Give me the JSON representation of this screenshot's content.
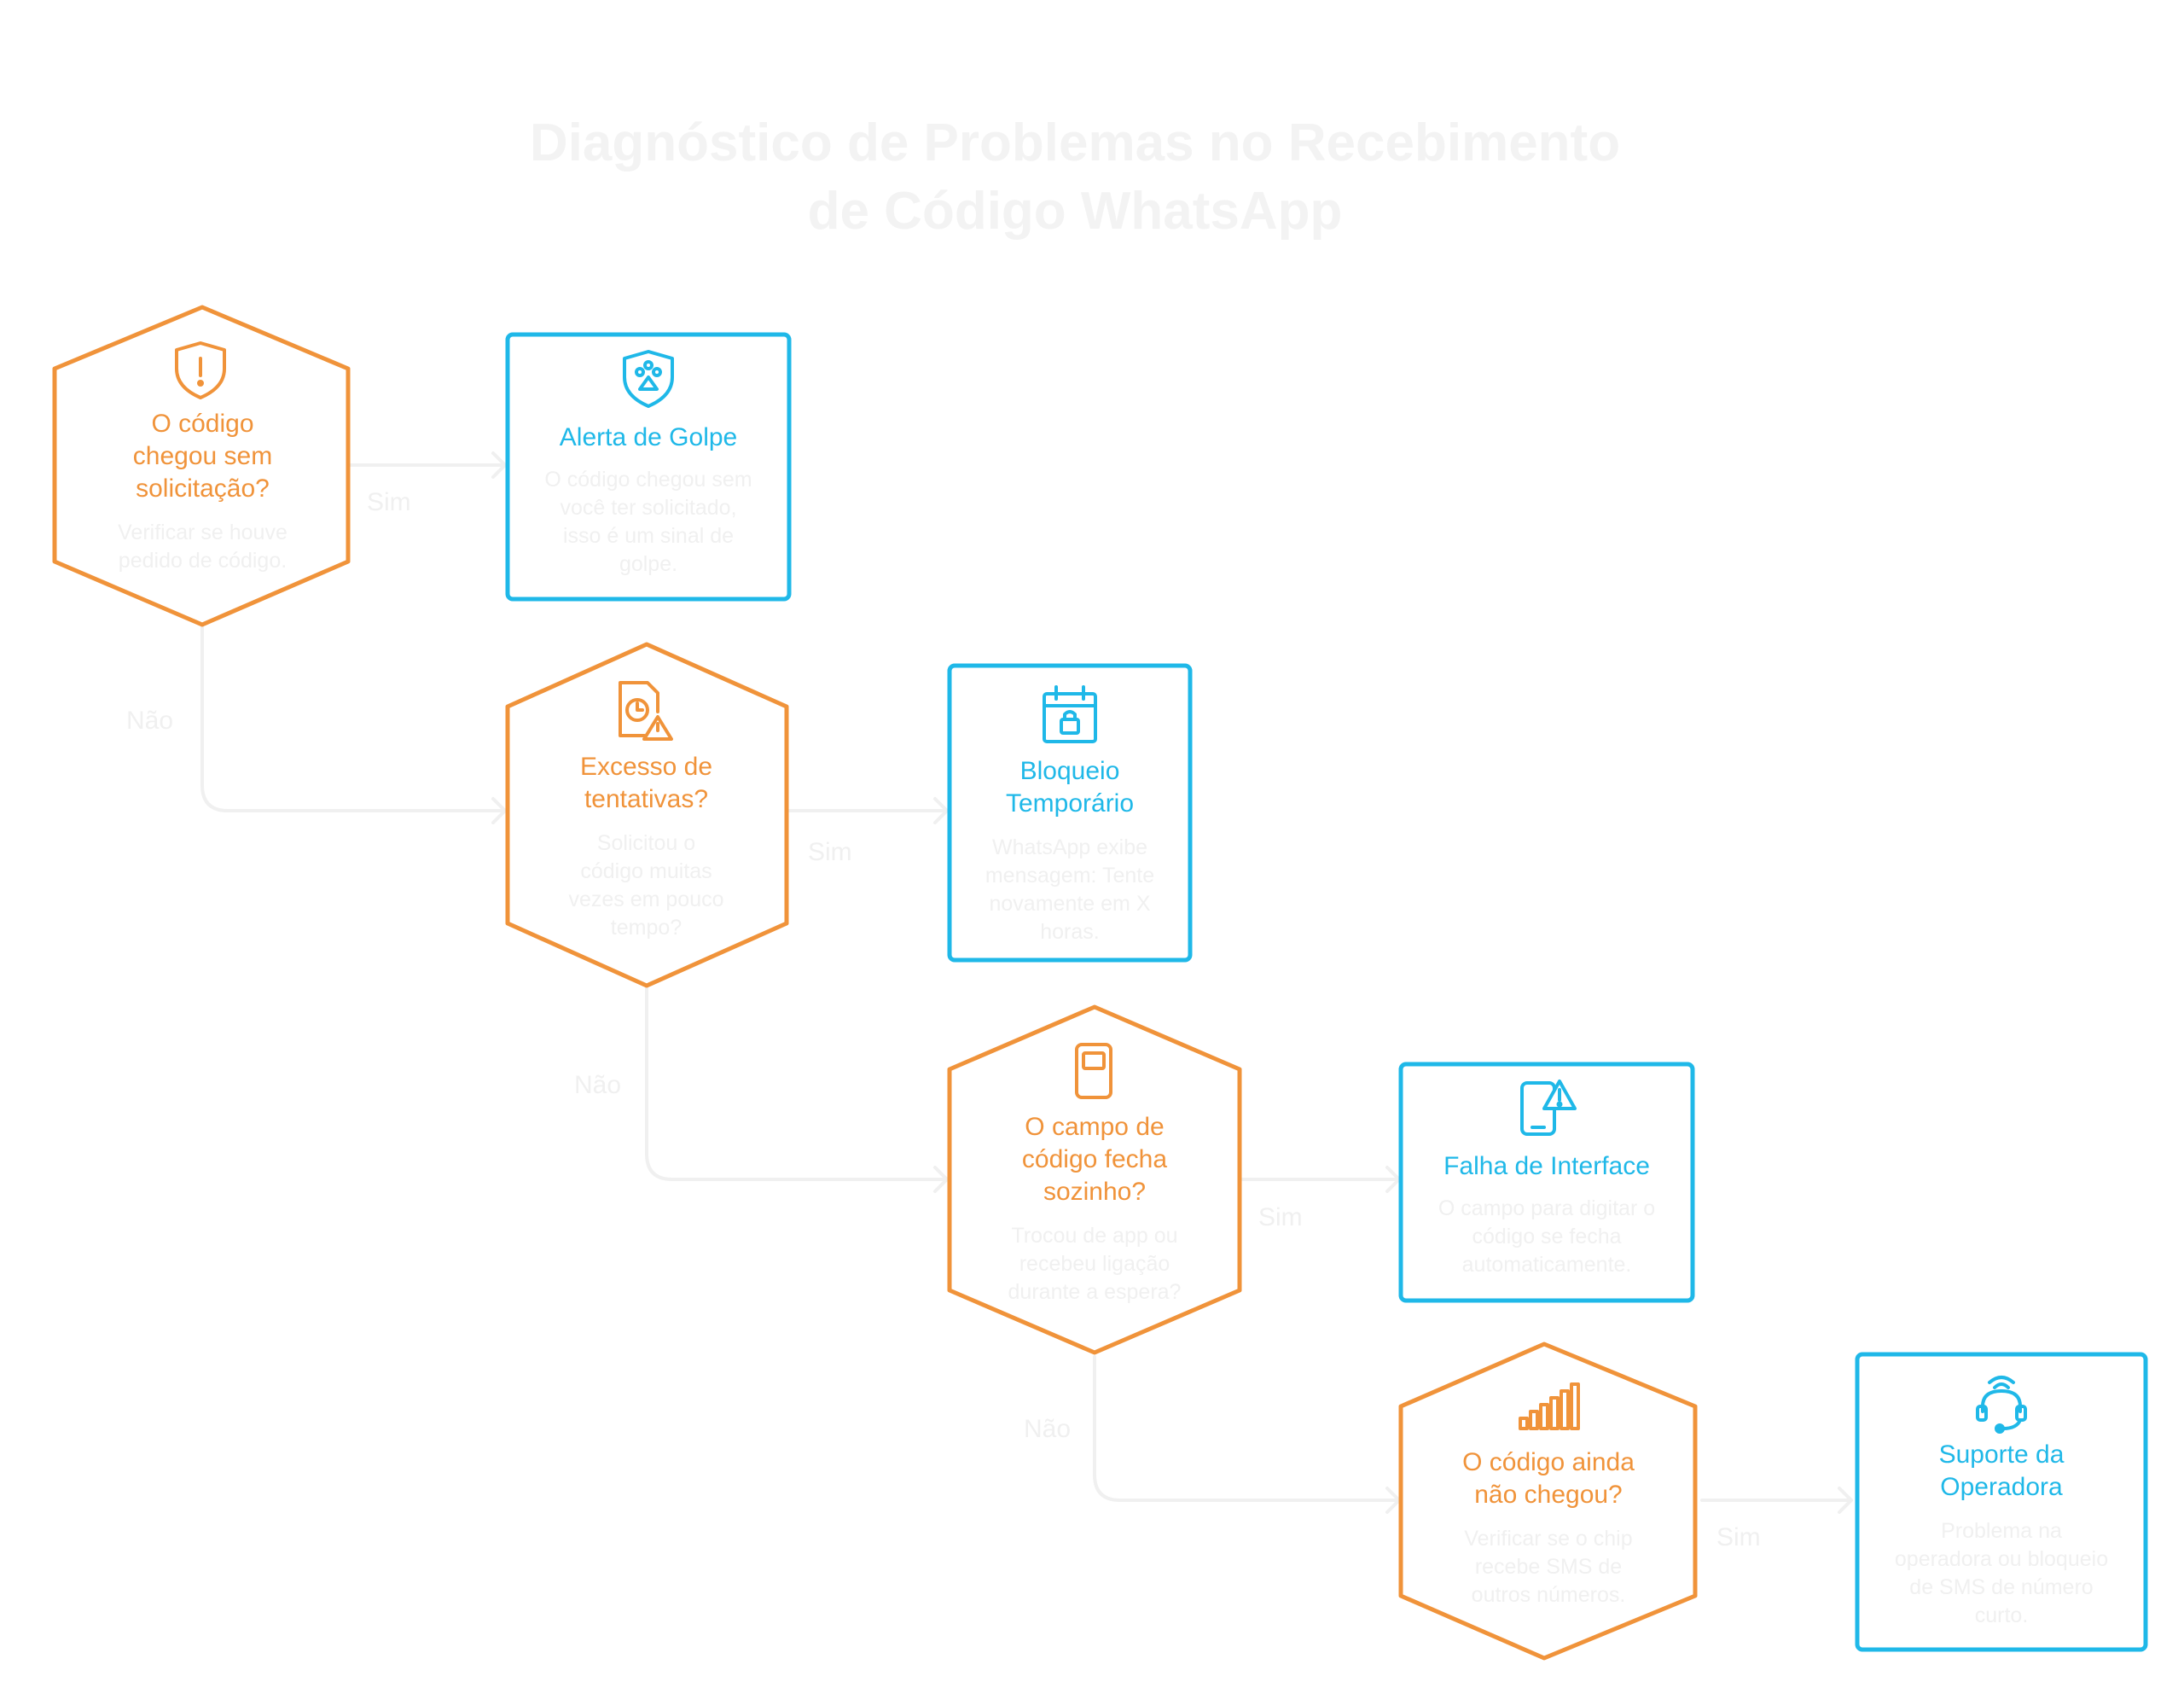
{
  "title_line1": "Diagnóstico de Problemas no Recebimento",
  "title_line2": "de Código WhatsApp",
  "colors": {
    "question": "#f0933a",
    "outcome": "#1fb8e8",
    "connector": "#f0f0f0",
    "faint_text": "#f0f0f0"
  },
  "nodes": {
    "q1": {
      "title1": "O código",
      "title2": "chegou sem",
      "title3": "solicitação?",
      "desc1": "Verificar se houve",
      "desc2": "pedido de código.",
      "icon": "shield-alert-icon"
    },
    "a1": {
      "title1": "Alerta de Golpe",
      "desc1": "O código chegou sem",
      "desc2": "você ter solicitado,",
      "desc3": "isso é um sinal de",
      "desc4": "golpe.",
      "icon": "shield-scam-icon"
    },
    "q2": {
      "title1": "Excesso de",
      "title2": "tentativas?",
      "desc1": "Solicitou o",
      "desc2": "código muitas",
      "desc3": "vezes em pouco",
      "desc4": "tempo?",
      "icon": "document-clock-warning-icon"
    },
    "a2": {
      "title1": "Bloqueio",
      "title2": "Temporário",
      "desc1": "WhatsApp exibe",
      "desc2": "mensagem: Tente",
      "desc3": "novamente em X",
      "desc4": "horas.",
      "icon": "calendar-lock-icon"
    },
    "q3": {
      "title1": "O campo de",
      "title2": "código fecha",
      "title3": "sozinho?",
      "desc1": "Trocou de app ou",
      "desc2": "recebeu ligação",
      "desc3": "durante a espera?",
      "icon": "phone-icon"
    },
    "a3": {
      "title1": "Falha de Interface",
      "desc1": "O campo para digitar o",
      "desc2": "código se fecha",
      "desc3": "automaticamente.",
      "icon": "phone-warning-icon"
    },
    "q4": {
      "title1": "O código ainda",
      "title2": "não chegou?",
      "desc1": "Verificar se o chip",
      "desc2": "recebe SMS de",
      "desc3": "outros números.",
      "icon": "signal-bars-icon"
    },
    "a4": {
      "title1": "Suporte da",
      "title2": "Operadora",
      "desc1": "Problema na",
      "desc2": "operadora ou bloqueio",
      "desc3": "de SMS de número",
      "desc4": "curto.",
      "icon": "headset-icon"
    }
  },
  "edge_labels": {
    "yes1": "Sim",
    "no1": "Não",
    "yes2": "Sim",
    "no2": "Não",
    "yes3": "Sim",
    "no3": "Não",
    "yes4": "Sim"
  }
}
